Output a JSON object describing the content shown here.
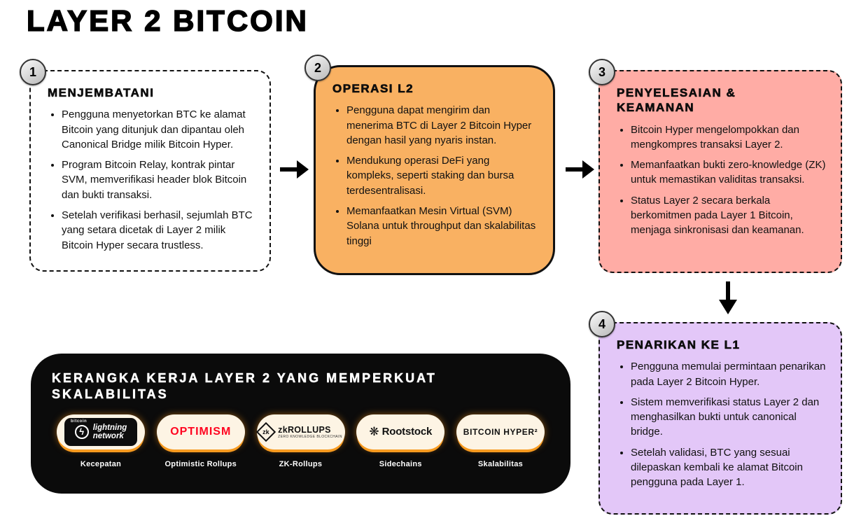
{
  "title": "LAYER 2 BITCOIN",
  "cards": [
    {
      "number": "1",
      "heading": "MENJEMBATANI",
      "bullets": [
        "Pengguna menyetorkan BTC ke alamat Bitcoin yang ditunjuk dan dipantau oleh Canonical Bridge milik Bitcoin Hyper.",
        "Program Bitcoin Relay, kontrak pintar SVM, memverifikasi header blok Bitcoin dan bukti transaksi.",
        "Setelah verifikasi berhasil, sejumlah BTC yang setara dicetak di Layer 2 milik Bitcoin Hyper secara trustless."
      ]
    },
    {
      "number": "2",
      "heading": "OPERASI L2",
      "bullets": [
        "Pengguna dapat mengirim dan menerima BTC di Layer 2 Bitcoin Hyper dengan hasil yang nyaris instan.",
        "Mendukung operasi DeFi yang kompleks, seperti staking dan bursa terdesentralisasi.",
        "Memanfaatkan Mesin Virtual (SVM) Solana untuk throughput dan skalabilitas tinggi"
      ]
    },
    {
      "number": "3",
      "heading": "PENYELESAIAN & KEAMANAN",
      "bullets": [
        "Bitcoin Hyper mengelompokkan dan mengkompres transaksi Layer 2.",
        "Memanfaatkan bukti zero-knowledge (ZK) untuk memastikan validitas transaksi.",
        "Status Layer 2 secara berkala berkomitmen pada Layer 1 Bitcoin, menjaga sinkronisasi dan keamanan."
      ]
    },
    {
      "number": "4",
      "heading": "PENARIKAN KE L1",
      "bullets": [
        "Pengguna memulai permintaan penarikan pada Layer 2 Bitcoin Hyper.",
        "Sistem memverifikasi status Layer 2 dan menghasilkan bukti untuk canonical bridge.",
        "Setelah validasi, BTC yang sesuai dilepaskan kembali ke alamat Bitcoin pengguna pada Layer 1."
      ]
    }
  ],
  "framework_panel": {
    "heading": "KERANGKA KERJA LAYER 2 YANG MEMPERKUAT SKALABILITAS",
    "items": [
      {
        "logo_prefix": "bitcoin",
        "bolt_glyph": "ϟ",
        "logo_line1": "lightning",
        "logo_line2": "network",
        "label": "Kecepatan"
      },
      {
        "logo_text": "OPTIMISM",
        "label": "Optimistic Rollups"
      },
      {
        "diamond_text": "zk",
        "logo_text": "zkROLLUPS",
        "logo_subtext": "ZERO KNOWLEDGE BLOCKCHAIN",
        "label": "ZK-Rollups"
      },
      {
        "flower_glyph": "❋",
        "logo_text": "Rootstock",
        "label": "Sidechains"
      },
      {
        "logo_text": "BITCOIN HYPER²",
        "label": "Skalabilitas"
      }
    ]
  },
  "colors": {
    "card_bridging_bg": "#ffffff",
    "card_l2_ops_bg": "#f9b162",
    "card_settlement_bg": "#ffaca5",
    "card_withdrawal_bg": "#e3c7f8",
    "panel_bg": "#0b0b0b",
    "pill_bg": "#fdf4e4",
    "pill_glow": "#f79a1f",
    "optimism_red": "#ff0420"
  }
}
